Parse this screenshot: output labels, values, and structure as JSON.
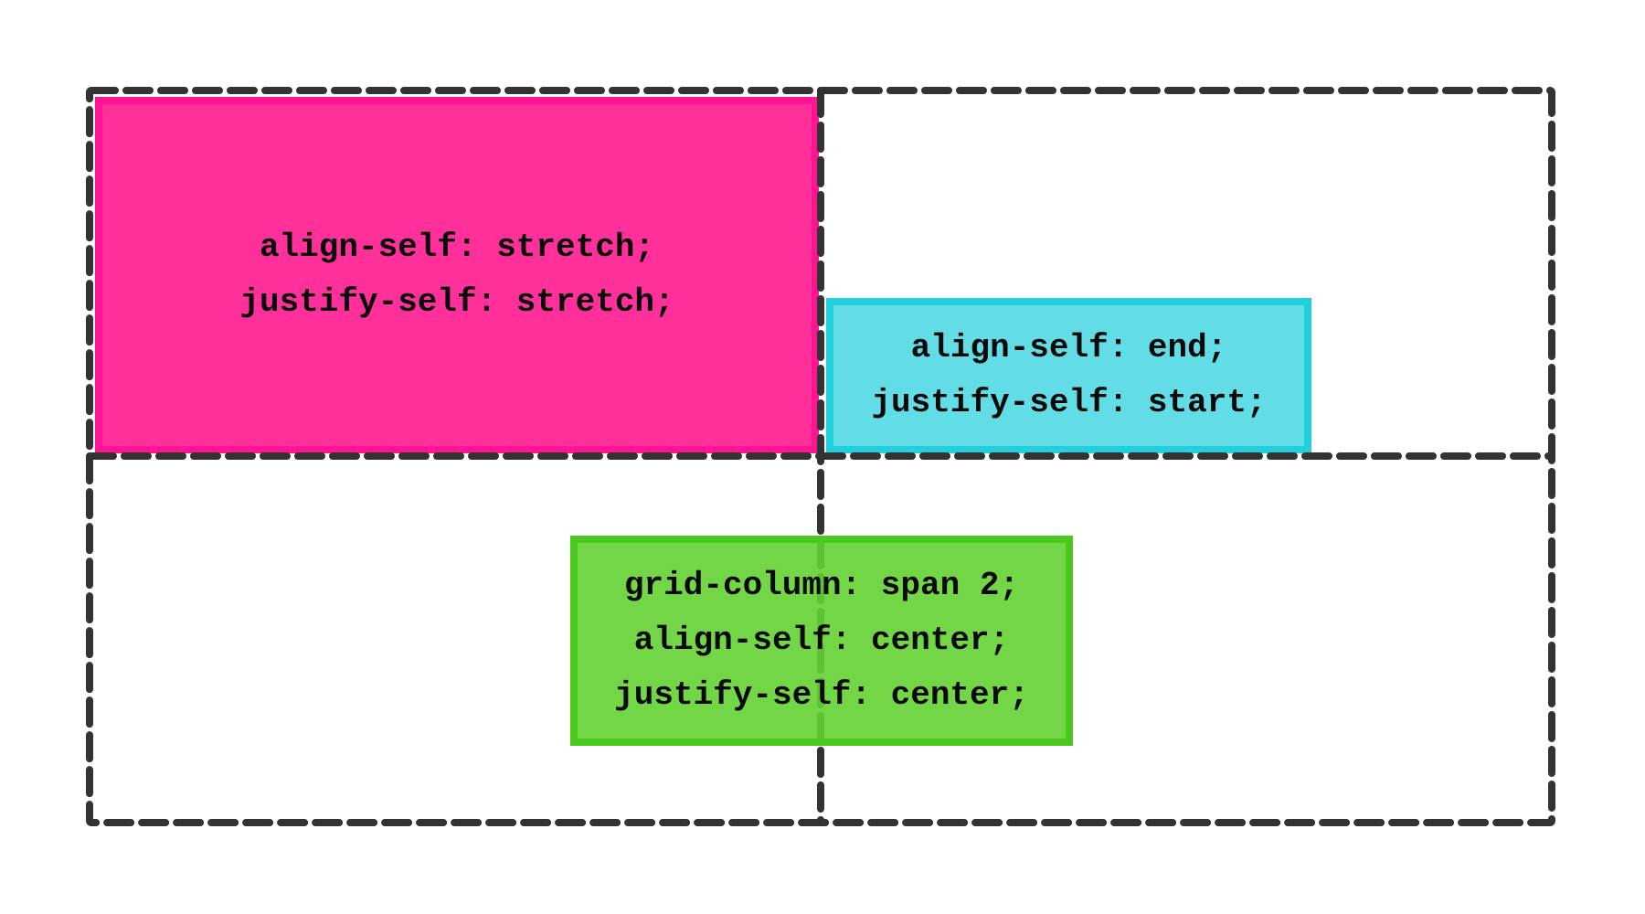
{
  "colors": {
    "background": "#ffffff",
    "grid_line": "#333333",
    "pink_fill": "#ff2b96",
    "pink_border": "#ff1493",
    "cyan_fill": "#5ddbe6",
    "cyan_border": "#22cfdc",
    "green_fill": "#6fd84a",
    "green_border": "#4bc81d"
  },
  "grid": {
    "columns": 2,
    "rows": 2,
    "line_style": "dashed"
  },
  "items": [
    {
      "name": "stretch-item",
      "lines": [
        "align-self: stretch;",
        "justify-self: stretch;"
      ]
    },
    {
      "name": "end-start-item",
      "lines": [
        "align-self: end;",
        "justify-self: start;"
      ]
    },
    {
      "name": "center-span-item",
      "lines": [
        "grid-column: span 2;",
        "align-self: center;",
        "justify-self: center;"
      ]
    }
  ]
}
